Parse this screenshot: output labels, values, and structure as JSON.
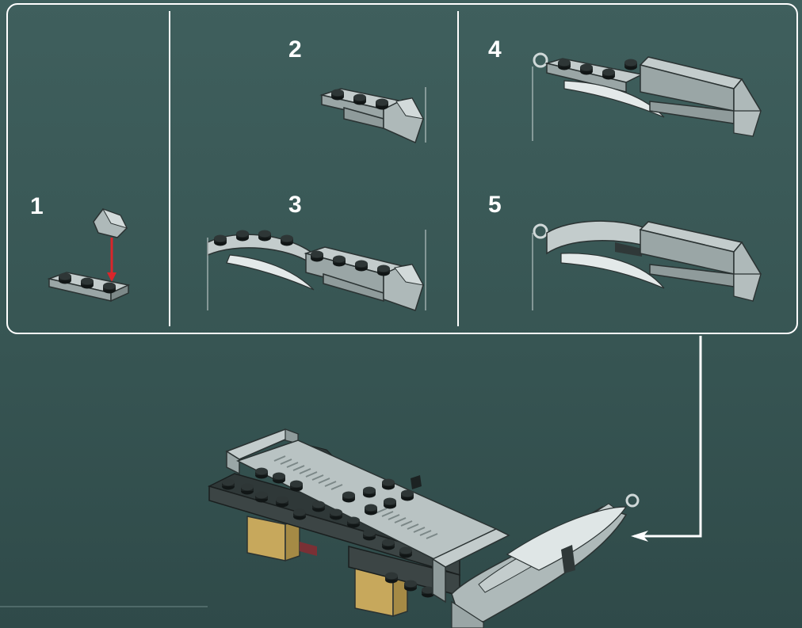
{
  "steps": [
    {
      "number": "1"
    },
    {
      "number": "2"
    },
    {
      "number": "3"
    },
    {
      "number": "4"
    },
    {
      "number": "5"
    }
  ],
  "colors": {
    "background": "#3d5c5a",
    "brick_light": "#b9c3c3",
    "brick_mid": "#8f9b9b",
    "brick_dark": "#3c4545",
    "stud_dark": "#1c2222",
    "tan": "#c7a85c",
    "arrow_red": "#d9262b",
    "line_white": "#ffffff"
  }
}
